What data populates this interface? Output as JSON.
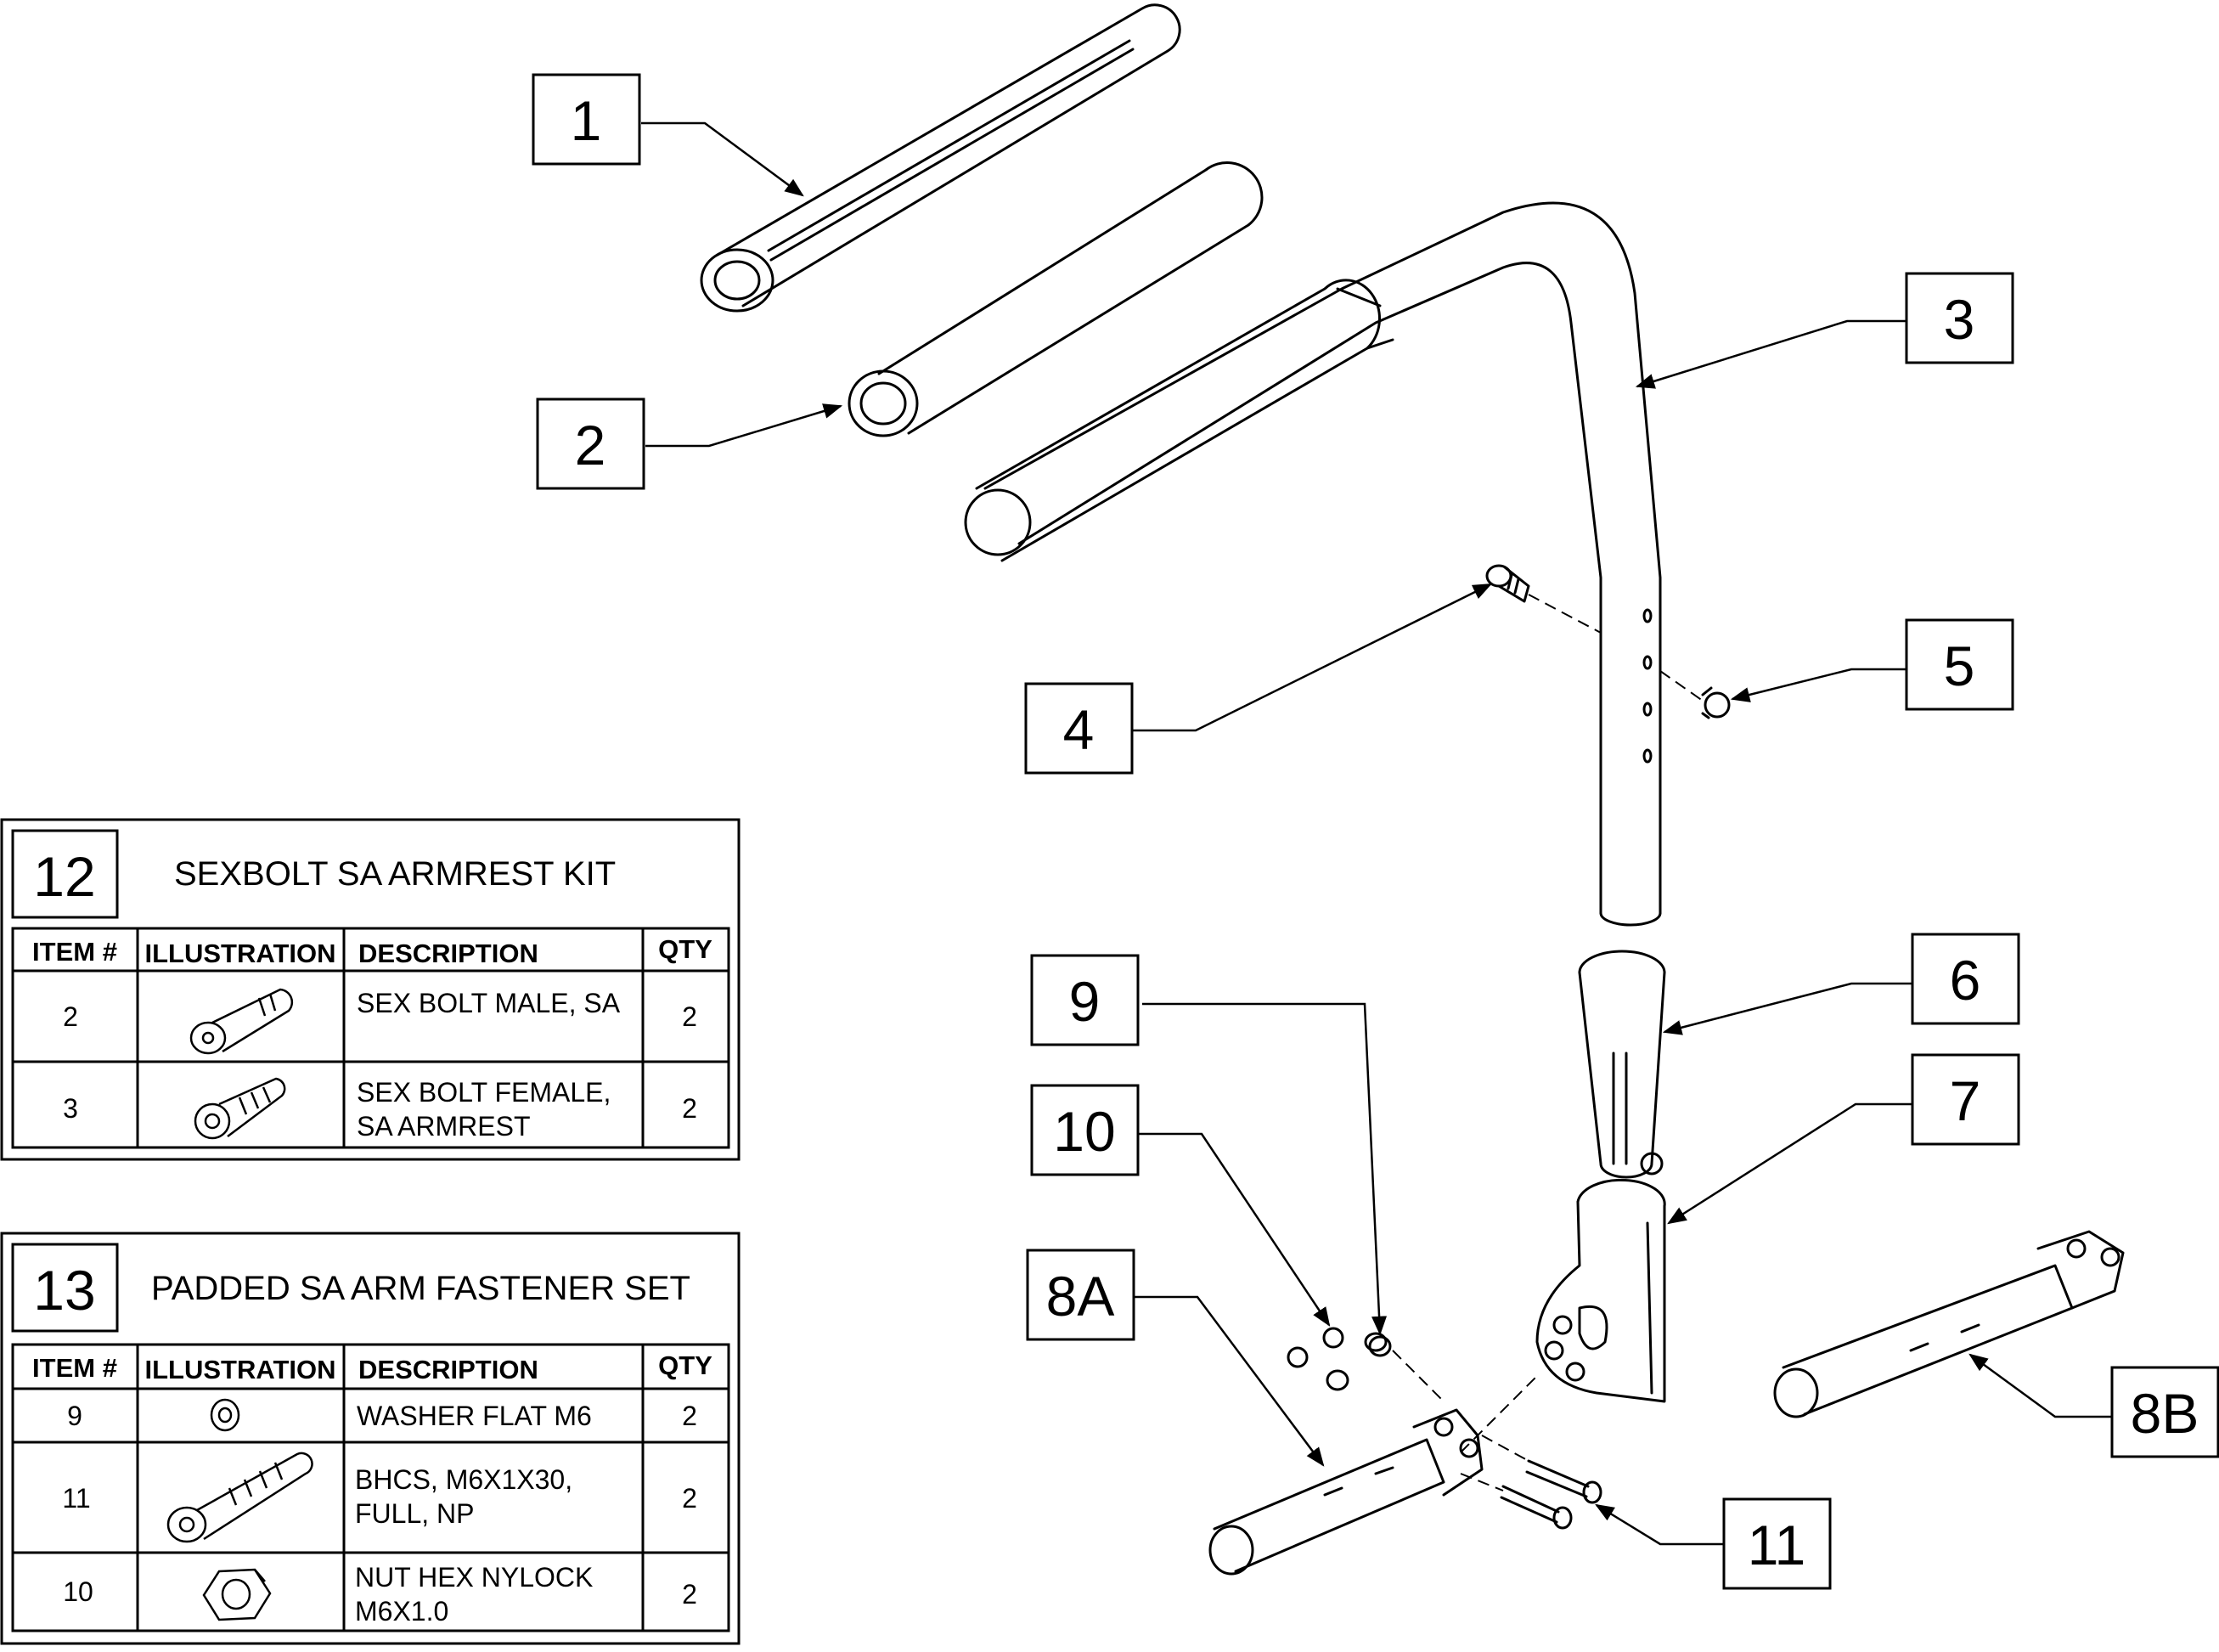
{
  "callouts": {
    "c1": "1",
    "c2": "2",
    "c3": "3",
    "c4": "4",
    "c5": "5",
    "c6": "6",
    "c7": "7",
    "c8a": "8A",
    "c8b": "8B",
    "c9": "9",
    "c10": "10",
    "c11": "11"
  },
  "kit12": {
    "number": "12",
    "title": "SEXBOLT SA ARMREST KIT",
    "headers": {
      "item": "ITEM #",
      "illustration": "ILLUSTRATION",
      "description": "DESCRIPTION",
      "qty": "QTY"
    },
    "rows": [
      {
        "item": "2",
        "icon": "sex-bolt-male-icon",
        "desc1": "SEX BOLT MALE, SA",
        "desc2": "",
        "qty": "2"
      },
      {
        "item": "3",
        "icon": "sex-bolt-female-icon",
        "desc1": "SEX BOLT FEMALE,",
        "desc2": "SA ARMREST",
        "qty": "2"
      }
    ]
  },
  "kit13": {
    "number": "13",
    "title": "PADDED SA ARM FASTENER SET",
    "headers": {
      "item": "ITEM #",
      "illustration": "ILLUSTRATION",
      "description": "DESCRIPTION",
      "qty": "QTY"
    },
    "rows": [
      {
        "item": "9",
        "icon": "flat-washer-icon",
        "desc1": "WASHER FLAT M6",
        "desc2": "",
        "qty": "2"
      },
      {
        "item": "11",
        "icon": "button-head-screw-icon",
        "desc1": "BHCS, M6X1X30,",
        "desc2": "FULL, NP",
        "qty": "2"
      },
      {
        "item": "10",
        "icon": "hex-nylock-nut-icon",
        "desc1": "NUT HEX NYLOCK",
        "desc2": "M6X1.0",
        "qty": "2"
      }
    ]
  }
}
